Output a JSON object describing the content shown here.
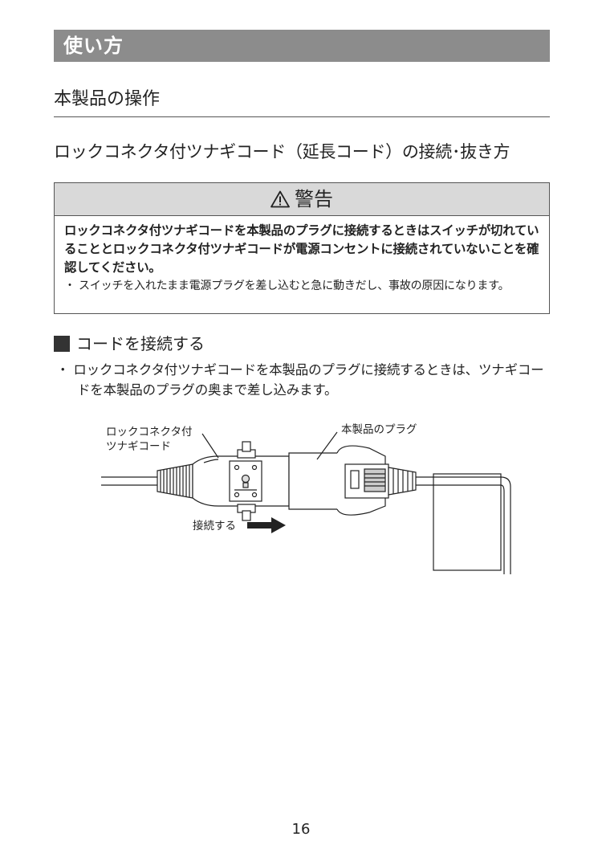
{
  "header": {
    "title": "使い方"
  },
  "subsection": {
    "title": "本製品の操作"
  },
  "topic": {
    "title": "ロックコネクタ付ツナギコード（延長コード）の接続･抜き方"
  },
  "warning": {
    "title": "警告",
    "main_text": "ロックコネクタ付ツナギコードを本製品のプラグに接続するときはスイッチが切れていることとロックコネクタ付ツナギコードが電源コンセントに接続されていないことを確認してください。",
    "note": "・ スイッチを入れたまま電源プラグを差し込むと急に動きだし、事故の原因になります。"
  },
  "connect_section": {
    "heading": "コードを接続する",
    "bullet": "・ ロックコネクタ付ツナギコードを本製品のプラグに接続するときは、ツナギコードを本製品のプラグの奥まで差し込みます。"
  },
  "illustration": {
    "label_cord_line1": "ロックコネクタ付",
    "label_cord_line2": "ツナギコード",
    "label_plug": "本製品のプラグ",
    "label_connect": "接続する"
  },
  "footer": {
    "page_number": "16"
  }
}
